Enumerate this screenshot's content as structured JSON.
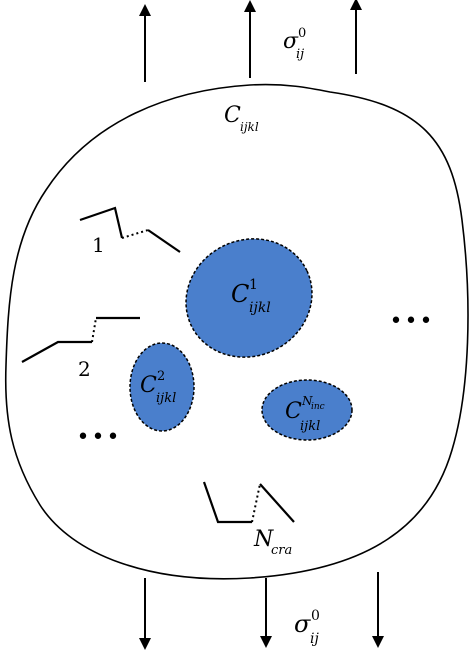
{
  "colors": {
    "inclusion_fill": "#4a7fcc",
    "stroke": "#000000",
    "background": "#ffffff"
  },
  "labels": {
    "sigma_top": {
      "base": "σ",
      "sup": "0",
      "sub": "ij"
    },
    "sigma_bottom": {
      "base": "σ",
      "sup": "0",
      "sub": "ij"
    },
    "matrix": {
      "base": "C",
      "sub": "ijkl"
    },
    "inclusion_1": {
      "base": "C",
      "sup": "1",
      "sub": "ijkl"
    },
    "inclusion_2": {
      "base": "C",
      "sup": "2",
      "sub": "ijkl"
    },
    "inclusion_n": {
      "base": "C",
      "sup": "N",
      "sup_sub": "inc",
      "sub": "ijkl"
    },
    "crack_1": "1",
    "crack_2": "2",
    "crack_n": {
      "base": "N",
      "sub": "cra"
    },
    "ellipsis": "•••"
  }
}
